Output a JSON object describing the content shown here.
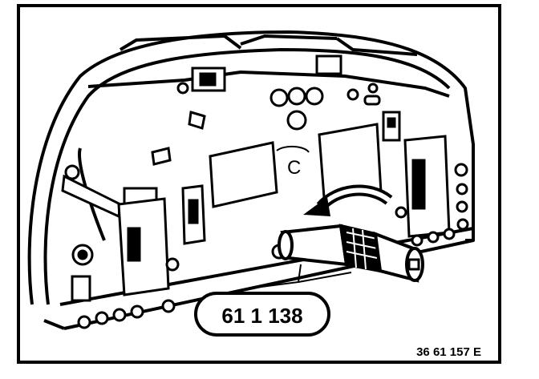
{
  "figure": {
    "tool_label": "61 1 138",
    "figure_id": "36 61 157 E",
    "rotation_mark": "C"
  },
  "colors": {
    "ink": "#000000",
    "paper": "#ffffff"
  }
}
